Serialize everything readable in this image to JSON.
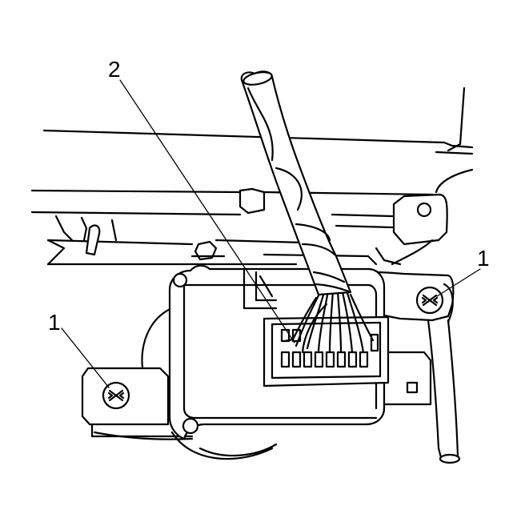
{
  "callouts": {
    "module": "2",
    "fastener_right": "1",
    "fastener_left": "1"
  },
  "colors": {
    "line": "#000000",
    "background": "#ffffff"
  }
}
